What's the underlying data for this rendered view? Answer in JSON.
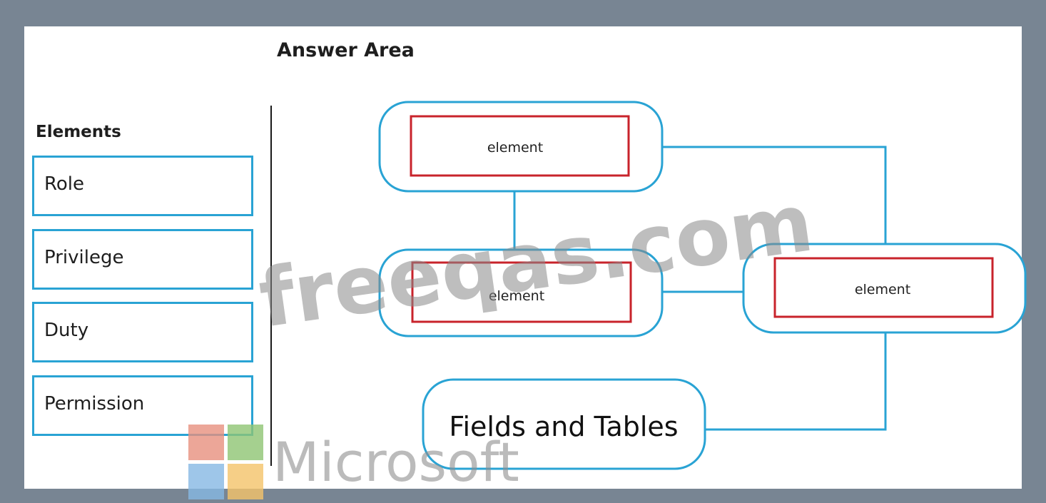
{
  "answer_area": {
    "title": "Answer Area"
  },
  "elements_panel": {
    "title": "Elements",
    "items": [
      {
        "label": "Role"
      },
      {
        "label": "Privilege"
      },
      {
        "label": "Duty"
      },
      {
        "label": "Permission"
      }
    ]
  },
  "diagram": {
    "slots": [
      {
        "label": "element"
      },
      {
        "label": "element"
      },
      {
        "label": "element"
      }
    ],
    "fields_and_tables": "Fields and Tables"
  },
  "watermarks": {
    "site": "freeqas.com",
    "brand": "Microsoft"
  },
  "colors": {
    "frame": "#788593",
    "outer_border": "#29a3d4",
    "slot_border": "#c8232b",
    "connector": "#29a3d4",
    "logo_red": "#e8907f",
    "logo_green": "#8fc574",
    "logo_blue": "#86b9e4",
    "logo_yellow": "#f5c46a"
  }
}
